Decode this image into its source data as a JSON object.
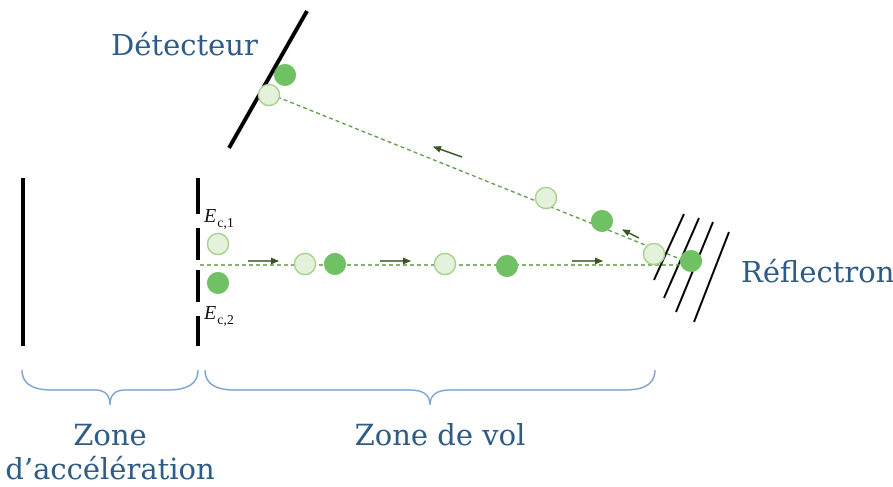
{
  "labels": {
    "detector": "Détecteur",
    "reflectron": "Réflectron",
    "flight_zone": "Zone de vol",
    "acceleration_zone_line1": "Zone",
    "acceleration_zone_line2": "d’accélération"
  },
  "energy_labels": {
    "ec1_main": "E",
    "ec1_sub": "c,1",
    "ec2_main": "E",
    "ec2_sub": "c,2"
  },
  "colors": {
    "label_text": "#2e5c86",
    "brace": "#7fa3d1",
    "ion_light_fill": "#e4f2dc",
    "ion_light_stroke": "#a9d18e",
    "ion_dark_fill": "#70c064",
    "path_dashes": "#5e9a45",
    "arrows": "#375623",
    "plates": "#000000"
  }
}
